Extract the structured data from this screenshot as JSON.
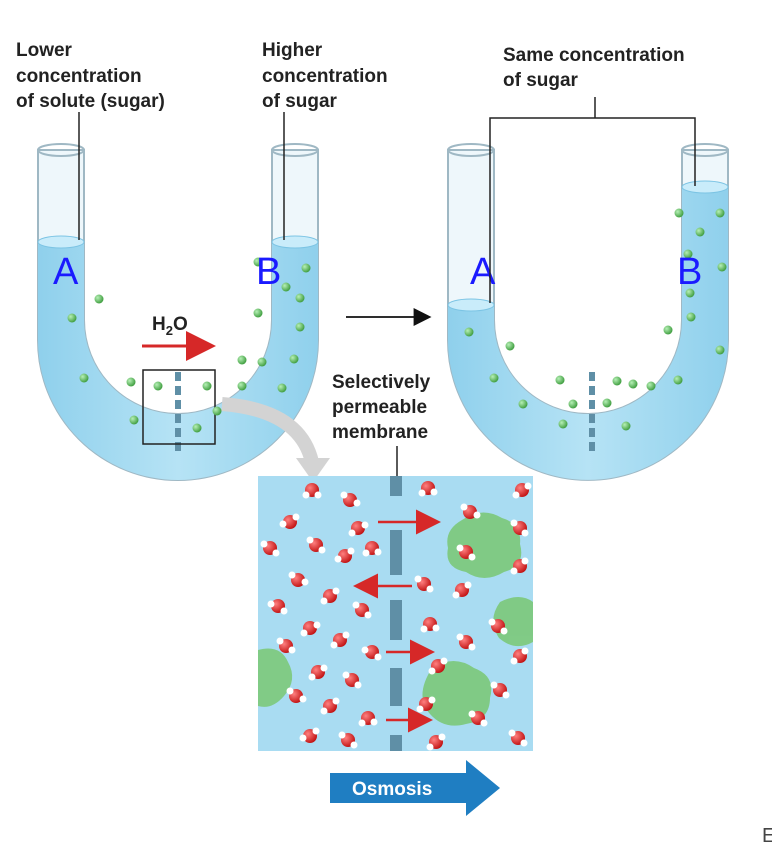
{
  "labels": {
    "left_low_line1": "Lower",
    "left_low_line2": "concentration",
    "left_low_line3": "of solute (sugar)",
    "left_high_line1": "Higher",
    "left_high_line2": "concentration",
    "left_high_line3": "of sugar",
    "right_same_line1": "Same concentration",
    "right_same_line2": "of sugar",
    "membrane_line1": "Selectively",
    "membrane_line2": "permeable",
    "membrane_line3": "membrane",
    "water_H": "H",
    "water_2": "2",
    "water_O": "O",
    "osmosis": "Osmosis",
    "corner_fragment": "E"
  },
  "letters": {
    "left_A": "A",
    "left_B": "B",
    "right_A": "A",
    "right_B": "B"
  },
  "colors": {
    "water": "#a9dcf2",
    "water_edge": "#7cc4e4",
    "sugar": "#5cb85c",
    "membrane": "#5f8fa6",
    "arrow_red": "#d62828",
    "osmosis_arrow": "#1f7ec2",
    "letter_blue": "#1a1aff"
  }
}
